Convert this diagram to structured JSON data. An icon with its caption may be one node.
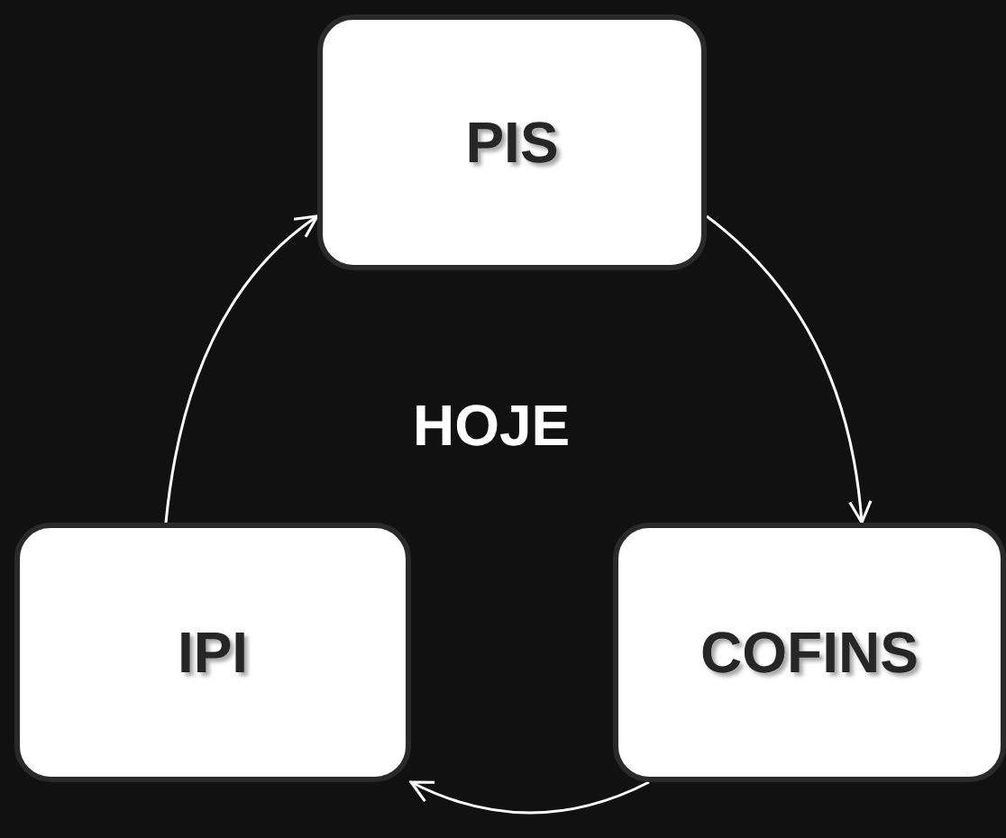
{
  "diagram": {
    "nodes": [
      {
        "text": [
          "PIS"
        ]
      },
      {
        "text": [
          "COFINS"
        ]
      },
      {
        "text": [
          "IPI"
        ]
      }
    ],
    "edges": [
      {
        "from": 0,
        "to": 1,
        "arrow": "to"
      },
      {
        "from": 1,
        "to": 2,
        "arrow": "to"
      },
      {
        "from": 2,
        "to": 0,
        "arrow": "to"
      }
    ],
    "labels": [
      "HOJE"
    ]
  }
}
